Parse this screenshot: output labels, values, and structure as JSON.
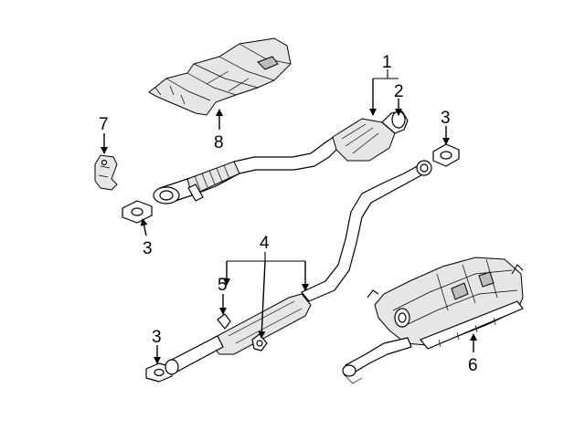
{
  "callouts": {
    "c1": "1",
    "c2": "2",
    "c3a": "3",
    "c3b": "3",
    "c3c": "3",
    "c4": "4",
    "c5": "5",
    "c6": "6",
    "c7": "7",
    "c8": "8"
  }
}
